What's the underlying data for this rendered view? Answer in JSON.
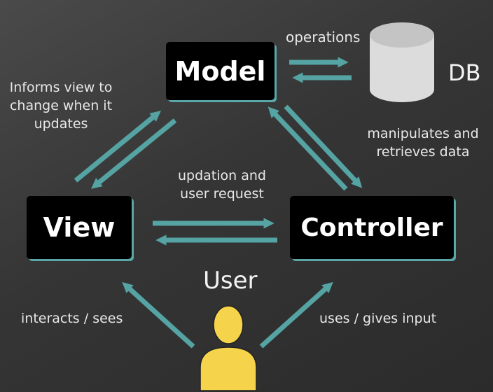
{
  "nodes": {
    "model": "Model",
    "view": "View",
    "controller": "Controller",
    "db": "DB",
    "user": "User"
  },
  "labels": {
    "operations": "operations",
    "informs": "Informs view to change when it updates",
    "manipulates": "manipulates and retrieves data",
    "updation": "updation and user request",
    "interacts": "interacts / sees",
    "uses": "uses / gives input"
  },
  "icons": {
    "database": "database-cylinder-icon",
    "user": "user-person-icon"
  },
  "colors": {
    "arrow": "#55a3a3",
    "box_background": "#000000",
    "box_shadow": "#5aa7a8",
    "user_icon": "#f5d34a",
    "database": "#dddddd"
  }
}
